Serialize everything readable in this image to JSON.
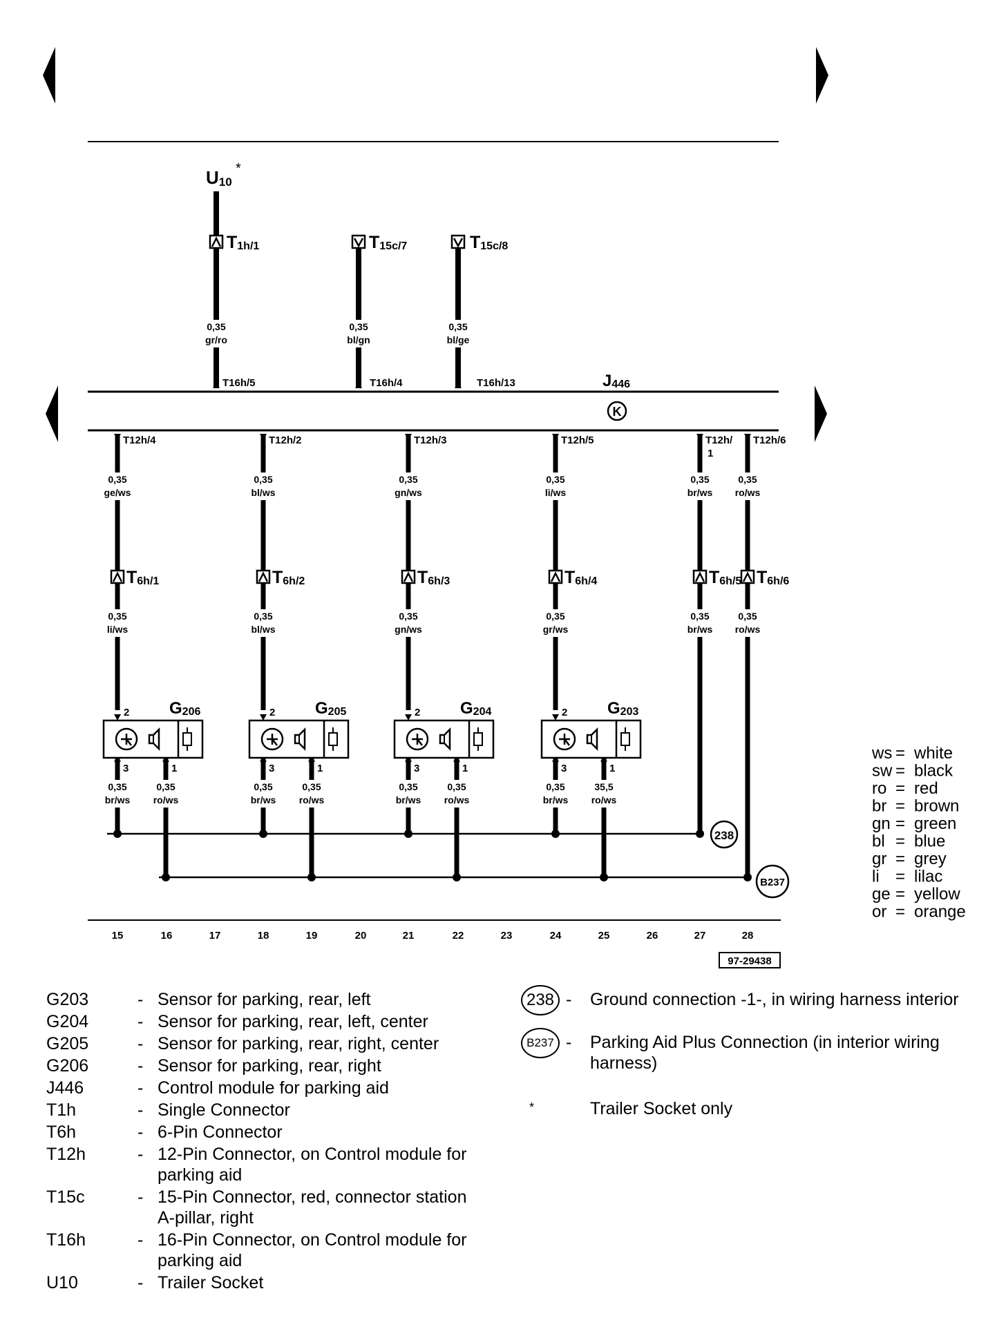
{
  "page_refs": {
    "prev_icon": "left-triangle-icon",
    "next_icon": "right-triangle-icon"
  },
  "top_component": {
    "code": "U",
    "sub": "10",
    "star": "*"
  },
  "top_connectors": [
    {
      "label": "T",
      "sub": "1h/1",
      "cross_section": "0,35",
      "color": "gr/ro",
      "module_pin": "T16h/5"
    },
    {
      "label": "T",
      "sub": "15c/7",
      "cross_section": "0,35",
      "color": "bl/gn",
      "module_pin": "T16h/4"
    },
    {
      "label": "T",
      "sub": "15c/8",
      "cross_section": "0,35",
      "color": "bl/ge",
      "module_pin": "T16h/13"
    }
  ],
  "control_module": {
    "code": "J",
    "sub": "446",
    "symbol": "K"
  },
  "module_wires": [
    {
      "pin": "T12h/4",
      "cs1": "0,35",
      "c1": "ge/ws",
      "conn": "T",
      "conn_sub": "6h/1",
      "cs2": "0,35",
      "c2": "li/ws"
    },
    {
      "pin": "T12h/2",
      "cs1": "0,35",
      "c1": "bl/ws",
      "conn": "T",
      "conn_sub": "6h/2",
      "cs2": "0,35",
      "c2": "bl/ws"
    },
    {
      "pin": "T12h/3",
      "cs1": "0,35",
      "c1": "gn/ws",
      "conn": "T",
      "conn_sub": "6h/3",
      "cs2": "0,35",
      "c2": "gn/ws"
    },
    {
      "pin": "T12h/5",
      "cs1": "0,35",
      "c1": "li/ws",
      "conn": "T",
      "conn_sub": "6h/4",
      "cs2": "0,35",
      "c2": "gr/ws"
    },
    {
      "pin": "T12h/",
      "pin2": "1",
      "cs1": "0,35",
      "c1": "br/ws",
      "conn": "T",
      "conn_sub": "6h/5",
      "cs2": "0,35",
      "c2": "br/ws"
    },
    {
      "pin": "T12h/6",
      "cs1": "0,35",
      "c1": "ro/ws",
      "conn": "T",
      "conn_sub": "6h/6",
      "cs2": "0,35",
      "c2": "ro/ws"
    }
  ],
  "sensors": [
    {
      "code": "G",
      "sub": "206",
      "pin_in": "2",
      "pin_a": "3",
      "pin_b": "1",
      "cs_a": "0,35",
      "c_a": "br/ws",
      "cs_b": "0,35",
      "c_b": "ro/ws"
    },
    {
      "code": "G",
      "sub": "205",
      "pin_in": "2",
      "pin_a": "3",
      "pin_b": "1",
      "cs_a": "0,35",
      "c_a": "br/ws",
      "cs_b": "0,35",
      "c_b": "ro/ws"
    },
    {
      "code": "G",
      "sub": "204",
      "pin_in": "2",
      "pin_a": "3",
      "pin_b": "1",
      "cs_a": "0,35",
      "c_a": "br/ws",
      "cs_b": "0,35",
      "c_b": "ro/ws"
    },
    {
      "code": "G",
      "sub": "203",
      "pin_in": "2",
      "pin_a": "3",
      "pin_b": "1",
      "cs_a": "0,35",
      "c_a": "br/ws",
      "cs_b": "35,5",
      "c_b": "ro/ws"
    }
  ],
  "ground_points": [
    {
      "label": "238"
    },
    {
      "label": "B237"
    }
  ],
  "track_numbers": [
    "15",
    "16",
    "17",
    "18",
    "19",
    "20",
    "21",
    "22",
    "23",
    "24",
    "25",
    "26",
    "27",
    "28"
  ],
  "drawing_number": "97-29438",
  "color_key": [
    {
      "abbr": "ws",
      "name": "white"
    },
    {
      "abbr": "sw",
      "name": "black"
    },
    {
      "abbr": "ro",
      "name": "red"
    },
    {
      "abbr": "br",
      "name": "brown"
    },
    {
      "abbr": "gn",
      "name": "green"
    },
    {
      "abbr": "bl",
      "name": "blue"
    },
    {
      "abbr": "gr",
      "name": "grey"
    },
    {
      "abbr": "li",
      "name": "lilac"
    },
    {
      "abbr": "ge",
      "name": "yellow"
    },
    {
      "abbr": "or",
      "name": "orange"
    }
  ],
  "legend_left": [
    {
      "code": "G203",
      "dash": "-",
      "desc": "Sensor for parking, rear, left"
    },
    {
      "code": "G204",
      "dash": "-",
      "desc": "Sensor for parking, rear, left, center"
    },
    {
      "code": "G205",
      "dash": "-",
      "desc": "Sensor for parking, rear, right, center"
    },
    {
      "code": "G206",
      "dash": "-",
      "desc": "Sensor for parking, rear, right"
    },
    {
      "code": "J446",
      "dash": "-",
      "desc": "Control module for parking aid"
    },
    {
      "code": "T1h",
      "dash": "-",
      "desc": "Single Connector"
    },
    {
      "code": "T6h",
      "dash": "-",
      "desc": "6-Pin Connector"
    },
    {
      "code": "T12h",
      "dash": "-",
      "desc": "12-Pin Connector, on Control module for parking aid"
    },
    {
      "code": "T15c",
      "dash": "-",
      "desc": "15-Pin Connector, red, connector station A-pillar, right"
    },
    {
      "code": "T16h",
      "dash": "-",
      "desc": "16-Pin Connector, on Control module for parking aid"
    },
    {
      "code": "U10",
      "dash": "-",
      "desc": "Trailer Socket"
    }
  ],
  "legend_right": [
    {
      "symbol": "238",
      "dash": "-",
      "desc": "Ground connection -1-, in wiring harness interior"
    },
    {
      "symbol": "B237",
      "dash": "-",
      "desc": "Parking Aid Plus Connection (in interior wiring harness)"
    },
    {
      "symbol": "*",
      "dash": "",
      "desc": "Trailer Socket only"
    }
  ]
}
